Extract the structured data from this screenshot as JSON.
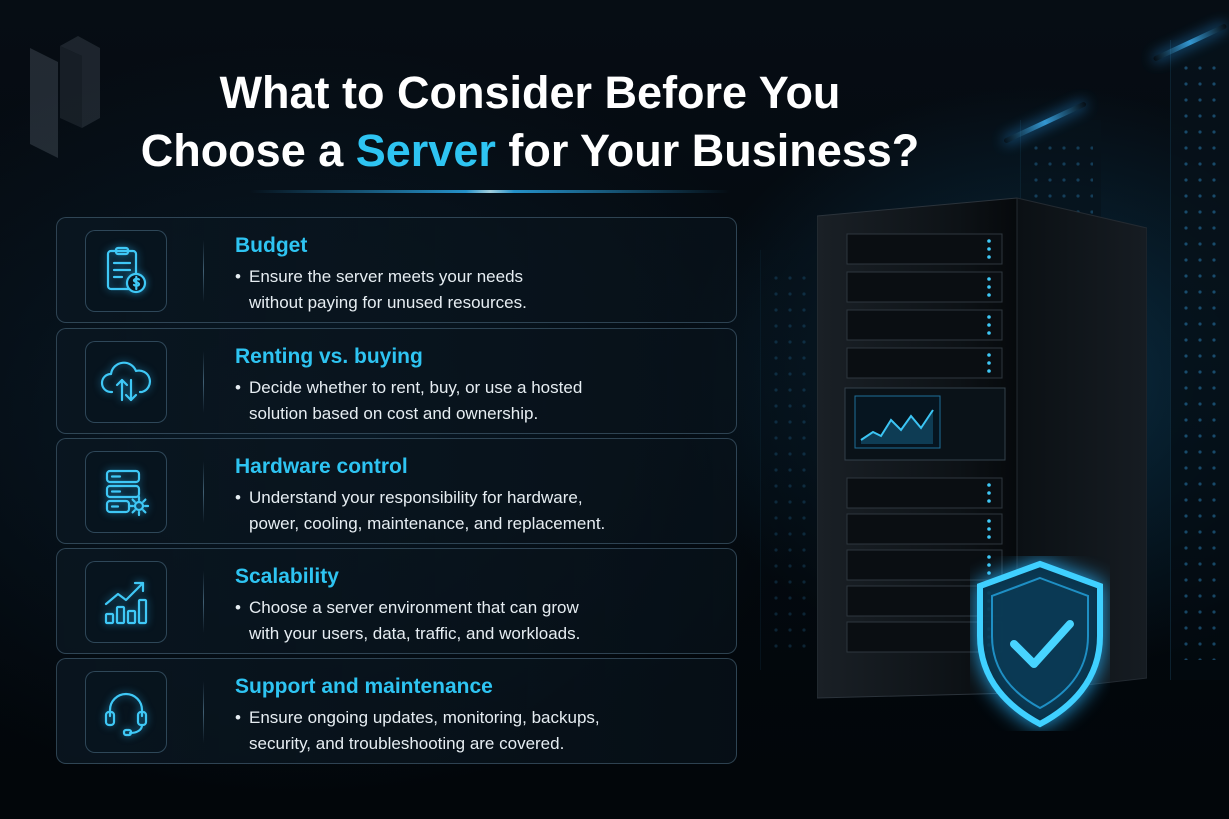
{
  "title": {
    "line1": "What to Consider Before You",
    "line2_prefix": "Choose a ",
    "line2_highlight": "Server",
    "line2_suffix": " for Your Business?"
  },
  "colors": {
    "accent": "#2ec4f2",
    "background": "#03080d",
    "text": "#ffffff"
  },
  "items": [
    {
      "icon": "budget-document-dollar-icon",
      "title": "Budget",
      "line1": "Ensure the server meets your needs",
      "line2": "without paying for unused resources."
    },
    {
      "icon": "cloud-upload-download-icon",
      "title": "Renting vs. buying",
      "line1": "Decide whether to rent, buy, or use a hosted",
      "line2": "solution based on cost and ownership."
    },
    {
      "icon": "server-gear-icon",
      "title": "Hardware control",
      "line1": "Understand your responsibility for hardware,",
      "line2": "power, cooling, maintenance, and replacement."
    },
    {
      "icon": "growth-chart-icon",
      "title": "Scalability",
      "line1": "Choose a server environment that can grow",
      "line2": "with your users, data, traffic, and workloads."
    },
    {
      "icon": "headset-icon",
      "title": "Support and maintenance",
      "line1": "Ensure ongoing updates, monitoring, backups,",
      "line2": "security, and troubleshooting are covered."
    }
  ],
  "bullet": "•"
}
